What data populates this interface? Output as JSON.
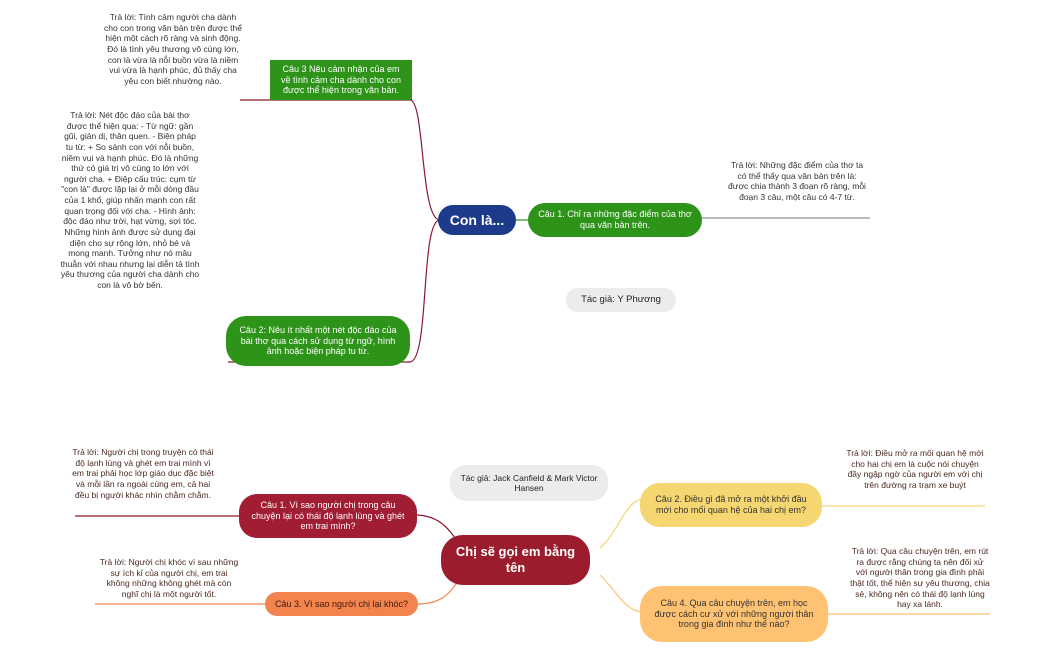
{
  "map1": {
    "central": "Con là...",
    "author": "Tác giả: Y Phương",
    "q1": "Câu 1. Chỉ ra những đặc điểm của thơ qua văn bản trên.",
    "a1": "Trả lời: Những đặc điểm của thơ ta có thể thấy qua văn bản trên là: được chia thành 3 đoạn rõ ràng, mỗi đoạn 3 câu, một câu có 4-7 từ.",
    "q2": "Câu 2: Nêu ít nhất một nét độc đáo của bài thơ qua cách sử dụng từ ngữ, hình ảnh hoặc biện pháp tu từ.",
    "a2": "Trả lời: Nét độc đáo của bài thơ được thể hiện qua: - Từ ngữ: gần gũi, giản dị, thân quen. - Biện pháp tu từ: + So sánh con với nỗi buồn, niềm vui và hạnh phúc. Đó là những thứ có giá trị vô cùng to lớn với người cha. + Điệp cấu trúc: cụm từ \"con là\" được lặp lại ở mỗi dòng đầu của 1 khổ, giúp nhấn mạnh con rất quan trọng đối với cha. - Hình ảnh: độc đáo như trời, hạt vừng, sợi tóc. Những hình ảnh được sử dụng đại diện cho sự rộng lớn, nhỏ bé và mong manh. Tưởng như nó mâu thuẫn với nhau nhưng lại diễn tả tình yêu thương của người cha dành cho con là vô bờ bến.",
    "q3": "Câu 3 Nêu cảm nhận của em về tình cảm cha dành cho con được thể hiện trong văn bản.",
    "a3": "Trả lời: Tình cảm người cha dành cho con trong văn bản trên được thể hiện một cách rõ ràng và sinh động. Đó là tình yêu thương vô cùng lớn, con là vừa là nỗi buồn vừa là niềm vui vừa là hạnh phúc, đủ thấy cha yêu con biết nhường nào."
  },
  "map2": {
    "central": "Chị sẽ gọi em bằng tên",
    "author": "Tác giả:  Jack Canfield & Mark Victor Hansen",
    "q1": "Câu 1. Vì sao người chị trong câu chuyện lại có thái độ lạnh lùng và ghét em trai mình?",
    "a1": "Trả lời: Người chị trong truyện có thái độ lạnh lùng và ghét em trai mình vì em trai phải học lớp giáo dục đặc biệt và mỗi lần ra ngoài cùng em, cả hai đều bị người khác nhìn chằm chằm.",
    "q2": "Câu 2. Điều gì đã mở ra một khởi đầu mới cho mối quan hệ của hai chị em?",
    "a2": "Trả lời:  Điều mở ra mối quan hệ mới cho hai chị em là cuộc nói chuyện đầy ngập ngờ của người em với chị trên đường ra trạm xe buýt",
    "q3": "Câu 3. Vì sao người chị lại khóc?",
    "a3": "Trả lời:  Người chị khóc vì sau những sự ích kỉ của người chị, em trai không những không ghét mà còn nghĩ chị là một người tốt.",
    "q4": "Câu 4. Qua câu chuyện trên, em học được cách cư xử với những người thân trong gia đình như thế nào?",
    "a4": "Trả lời: Qua câu chuyện trên, em rút ra được rằng chúng ta nên đối xử với người thân trong gia đình phải thật tốt, thể hiện sự yêu thương, chia sẻ, không nên có thái độ lạnh lùng hay xa lánh."
  },
  "colors": {
    "blue": "#1e3a8a",
    "green": "#2e9419",
    "crimson": "#9b1c2c",
    "orange": "#f4844e",
    "yellow": "#f5d671",
    "peach": "#ffc172"
  }
}
